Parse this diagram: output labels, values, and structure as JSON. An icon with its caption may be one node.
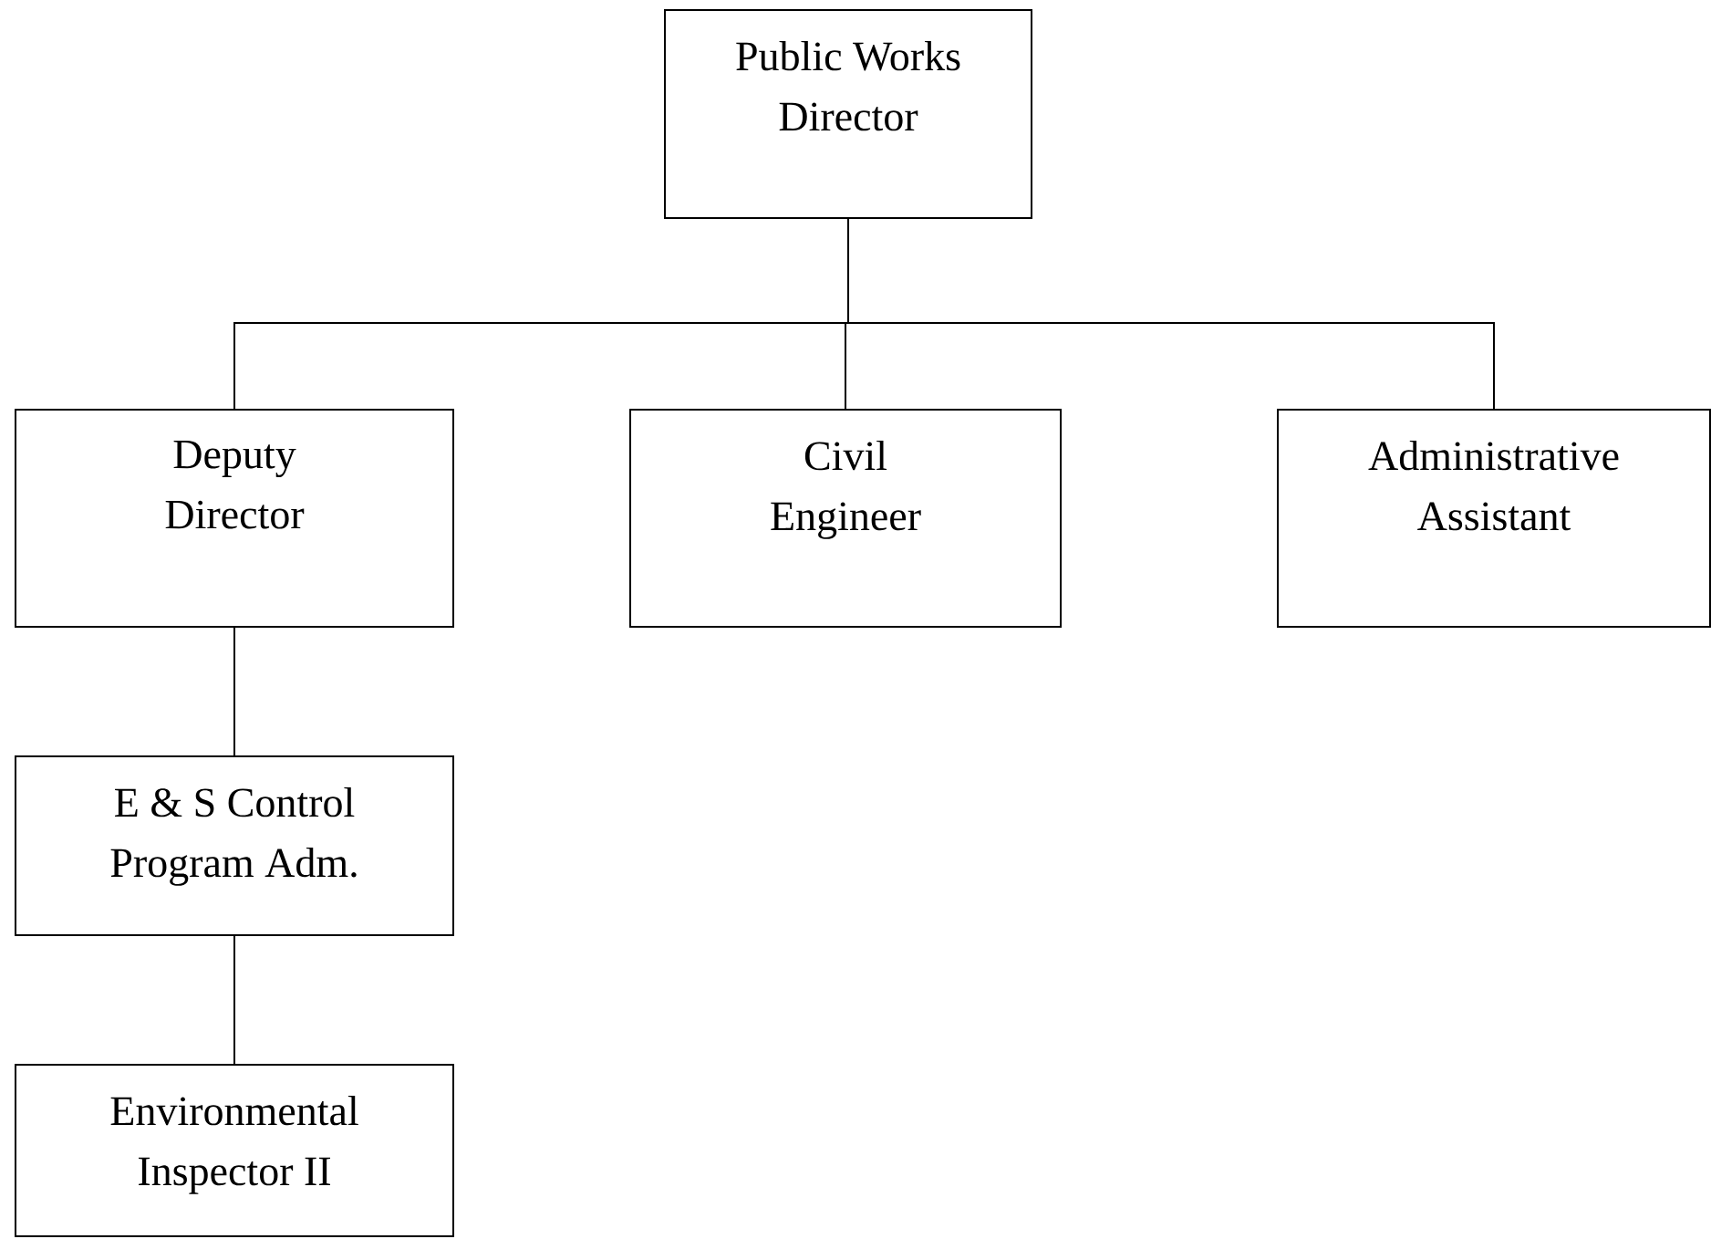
{
  "diagram": {
    "nodes": [
      {
        "text": [
          "Public Works Director"
        ]
      },
      {
        "text": [
          "Deputy Director"
        ]
      },
      {
        "text": [
          "Civil Engineer"
        ]
      },
      {
        "text": [
          "Administrative Assistant"
        ]
      },
      {
        "text": [
          "E & S Control Program Adm."
        ]
      },
      {
        "text": [
          "Environmental Inspector II"
        ]
      }
    ],
    "edges": [
      {
        "from": 0,
        "to": 1,
        "arrow": "none"
      },
      {
        "from": 0,
        "to": 2,
        "arrow": "none"
      },
      {
        "from": 0,
        "to": 3,
        "arrow": "none"
      },
      {
        "from": 1,
        "to": 4,
        "arrow": "none"
      },
      {
        "from": 4,
        "to": 5,
        "arrow": "none"
      }
    ]
  }
}
